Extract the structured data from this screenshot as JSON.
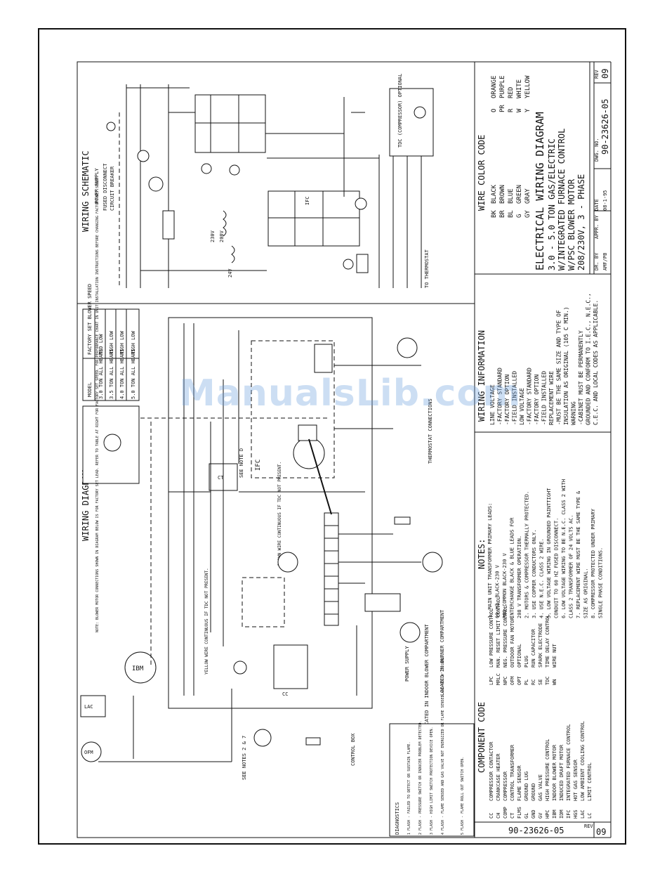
{
  "watermark": "ManualsLib.com",
  "titles": {
    "wiring_schematic": "WIRING SCHEMATIC",
    "wiring_diagram": "WIRING DIAGRAM",
    "wire_color_code": "WIRE COLOR CODE",
    "wiring_information": "WIRING INFORMATION",
    "component_code": "COMPONENT CODE",
    "notes": "NOTES:"
  },
  "schematic_labels": {
    "power_supply": "POWER SUPPLY",
    "fused_disconnect": "FUSED DISCONNECT",
    "circuit_breaker": "CIRCUIT BREAKER",
    "to_thermostat": "TO THERMOSTAT",
    "tdc_compressor": "TDC (COMPRESSOR) OPTIONAL",
    "v230": "230V",
    "v208": "208V",
    "v24": "24V",
    "ifc": "IFC"
  },
  "diagram_labels": {
    "model": "MODEL",
    "factory_set": "FACTORY SET BLOWER SPEED",
    "yellow_wire": "YELLOW WIRE CONTINUOUS IF TDC NOT PRESENT.",
    "brown_wire": "BROWN WIRE CONTINUOUS IF TDC NOT PRESENT.",
    "see_note_d": "SEE NOTE D",
    "see_notes_2_7": "SEE NOTES 2 & 7",
    "located_burner": "LOCATED IN BURNER COMPARTMENT",
    "located_blower": "LOCATED IN INDOOR BLOWER COMPARTMENT",
    "power_supply": "POWER SUPPLY",
    "control_box": "CONTROL BOX",
    "thermostat_connections": "THERMOSTAT CONNECTIONS",
    "diagnostics": "DIAGNOSTICS",
    "diag_1": "1 FLASH - FAILED TO DETECT OR SUSTAIN FLAME.",
    "diag_2": "2 FLASH - PRESSURE SWITCH OR INDUCER PROBLEM DETECTED.",
    "diag_3": "3 FLASH - HIGH LIMIT SWITCH PROTECTION DEVICE OPEN.",
    "diag_4": "4 FLASH - FLAME SENSED AND GAS VALVE NOT ENERGIZED OR FLAME SENSED AND NO 'W' SIGNAL.",
    "diag_5": "5 FLASH - FLAME ROLL OUT SWITCH OPEN.",
    "ifc_note": "NOTE: BLOWER MOTOR CONNECTIONS SHOWN IN DIAGRAM BELOW IS FOR FACTORY SET LEAD. REFER TO TABLE AT RIGHT FOR FACTORY SET SPEED. FOR PERFORMANCE CHART IN UNIT INSTALLATION INSTRUCTIONS BEFORE CHANGING FACTORY SET SPEED."
  },
  "model_table": {
    "headers": [
      "MODEL",
      "FACTORY SET BLOWER SPEED"
    ],
    "rows": [
      [
        "3.0 TON ALL HEATS",
        "MED LOW"
      ],
      [
        "3.5 TON ALL HEATS",
        "HIGH LOW"
      ],
      [
        "4.0 TON ALL HEATS",
        "HIGH LOW"
      ],
      [
        "5.0 TON ALL HEATS",
        "HIGH LOW"
      ]
    ]
  },
  "wire_colors": [
    {
      "code": "BK",
      "name": "BLACK"
    },
    {
      "code": "BR",
      "name": "BROWN"
    },
    {
      "code": "BL",
      "name": "BLUE"
    },
    {
      "code": "G",
      "name": "GREEN"
    },
    {
      "code": "GY",
      "name": "GRAY"
    },
    {
      "code": "O",
      "name": "ORANGE"
    },
    {
      "code": "PR",
      "name": "PURPLE"
    },
    {
      "code": "R",
      "name": "RED"
    },
    {
      "code": "W",
      "name": "WHITE"
    },
    {
      "code": "Y",
      "name": "YELLOW"
    }
  ],
  "wiring_info": [
    "LINE VOLTAGE",
    "-FACTORY STANDARD",
    "-FACTORY OPTION",
    "-FIELD INSTALLED",
    "LOW VOLTAGE",
    "-FACTORY STANDARD",
    "-FACTORY OPTION",
    "-FIELD INSTALLED",
    "REPLACEMENT WIRE",
    "-MUST BE THE SAME SIZE AND TYPE OF",
    "INSULATION AS ORIGINAL (105 C MIN.)",
    "WARNING",
    "-CABINET MUST BE PERMANENTLY",
    "GROUNDED AND CONFORM TO I.E.C., N.E.C.,",
    "C.E.C. AND LOCAL CODES AS APPLICABLE."
  ],
  "notes": [
    "1. MAIN UNIT TRANSFORMER PRIMARY LEADS:",
    "60 HZ. BLACK-230 V",
    "RED-COMMON  BLACK-230 V",
    "INTERCHANGE BLACK & BLUE LEADS FOR",
    "208 V TRANSFORMER OPERATION.",
    "2. MOTORS & COMPRESSOR THERMALLY PROTECTED.",
    "3. USE COPPER CONDUCTORS ONLY.",
    "4. USE N.E.C. CLASS 2 WIRE.",
    "5. LOW VOLTAGE WIRING IN GROUNDED PAINTTIGHT",
    "CONDUIT TO 60 HZ FUSED DISCONNECT.",
    "6. LOW VOLTAGE WIRING TO BE N.E.C. CLASS 2 WITH",
    "CLASS 2 TRANSFORMER OF 24 VOLTS AC.",
    "7. REPLACEMENT WIRE MUST BE THE SAME TYPE &",
    "SIZE AS ORIGINAL.",
    "8. COMPRESSOR PROTECTED UNDER PRIMARY",
    "SINGLE PHASE CONDITIONS."
  ],
  "component_codes": [
    {
      "code": "CC",
      "name": "COMPRESSOR CONTACTOR"
    },
    {
      "code": "CH",
      "name": "CRANKCASE HEATER"
    },
    {
      "code": "COMP",
      "name": "COMPRESSOR"
    },
    {
      "code": "CT",
      "name": "CONTROL TRANSFORMER"
    },
    {
      "code": "FLMS",
      "name": "FLAME SENSOR"
    },
    {
      "code": "GL",
      "name": "GROUND LUG"
    },
    {
      "code": "GND",
      "name": "GROUND"
    },
    {
      "code": "GV",
      "name": "GAS VALVE"
    },
    {
      "code": "HPC",
      "name": "HIGH PRESSURE CONTROL"
    },
    {
      "code": "IBM",
      "name": "INDOOR BLOWER MOTOR"
    },
    {
      "code": "IDM",
      "name": "INDUCED DRAFT MOTOR"
    },
    {
      "code": "IFC",
      "name": "INTEGRATED FURNACE CONTROL"
    },
    {
      "code": "HGS",
      "name": "HOT GAS SENSOR"
    },
    {
      "code": "LAC",
      "name": "LOW AMBIENT COOLING CONTROL"
    },
    {
      "code": "LC",
      "name": "LIMIT CONTROL"
    },
    {
      "code": "LPC",
      "name": "LOW PRESSURE CONTROL"
    },
    {
      "code": "MRLC",
      "name": "MAN. RESET LIMIT CONTROL"
    },
    {
      "code": "NPC",
      "name": "NEG. PRESSURE CONTROL"
    },
    {
      "code": "OFM",
      "name": "OUTDOOR FAN MOTOR"
    },
    {
      "code": "OPT",
      "name": "OPTIONAL"
    },
    {
      "code": "PL",
      "name": "PLUG"
    },
    {
      "code": "RC",
      "name": "RUN CAPACITOR"
    },
    {
      "code": "SE",
      "name": "SPARK ELECTRODE"
    },
    {
      "code": "TDC",
      "name": "TIME DELAY CONTROL"
    },
    {
      "code": "WN",
      "name": "WIRE NUT"
    }
  ],
  "title_block": {
    "line1": "ELECTRICAL WIRING DIAGRAM",
    "line2": "3.0 - 5.0 TON GAS/ELECTRIC",
    "line3": "W/INTEGRATED FURNACE CONTROL",
    "line4": "W/PSC BLOWER MOTOR",
    "line5": "208/230V, 3 - PHASE",
    "dr_by_label": "DR. BY",
    "dr_by": "AMF/PB",
    "appr_by_label": "APPR. BY",
    "date_label": "DATE",
    "date": "08-1-95",
    "dwg_no_label": "DWG. NO.",
    "dwg_no": "90-23626-05",
    "rev_label": "REV",
    "rev": "09"
  },
  "bottom_block": {
    "dwg_no": "90-23626-05",
    "rev_label": "REV",
    "rev": "09"
  }
}
